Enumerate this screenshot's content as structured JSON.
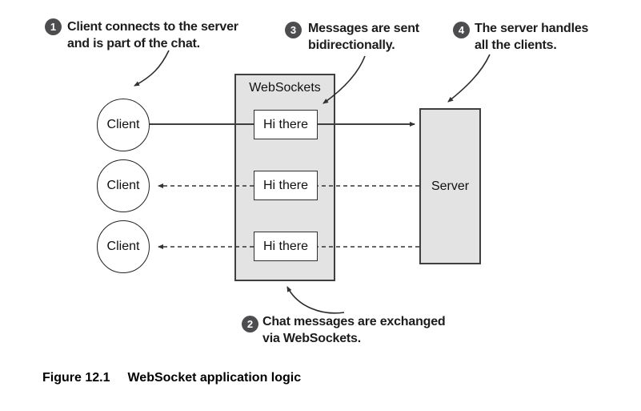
{
  "diagram": {
    "websockets_box": {
      "label": "WebSockets"
    },
    "server_box": {
      "label": "Server"
    },
    "clients": [
      {
        "label": "Client"
      },
      {
        "label": "Client"
      },
      {
        "label": "Client"
      }
    ],
    "messages": [
      {
        "label": "Hi there"
      },
      {
        "label": "Hi there"
      },
      {
        "label": "Hi there"
      }
    ],
    "annotations": [
      {
        "number": "1",
        "line1": "Client connects to the server",
        "line2": "and is part of the chat."
      },
      {
        "number": "2",
        "line1": "Chat messages are exchanged",
        "line2": "via WebSockets."
      },
      {
        "number": "3",
        "line1": "Messages are sent",
        "line2": "bidirectionally."
      },
      {
        "number": "4",
        "line1": "The server handles",
        "line2": "all the clients."
      }
    ],
    "connections": [
      {
        "from": "client-1",
        "to": "server",
        "style": "solid",
        "arrow": "to-server"
      },
      {
        "from": "server",
        "to": "client-2",
        "style": "dashed",
        "arrow": "to-client"
      },
      {
        "from": "server",
        "to": "client-3",
        "style": "dashed",
        "arrow": "to-client"
      }
    ],
    "caption": {
      "figure_label": "Figure 12.1",
      "title": "WebSocket application logic"
    },
    "colors": {
      "box_fill": "#e3e3e3",
      "box_border": "#3f3f3f",
      "line": "#333333",
      "badge_fill": "#4d4d4f",
      "badge_text": "#ffffff",
      "text": "#111111"
    }
  }
}
